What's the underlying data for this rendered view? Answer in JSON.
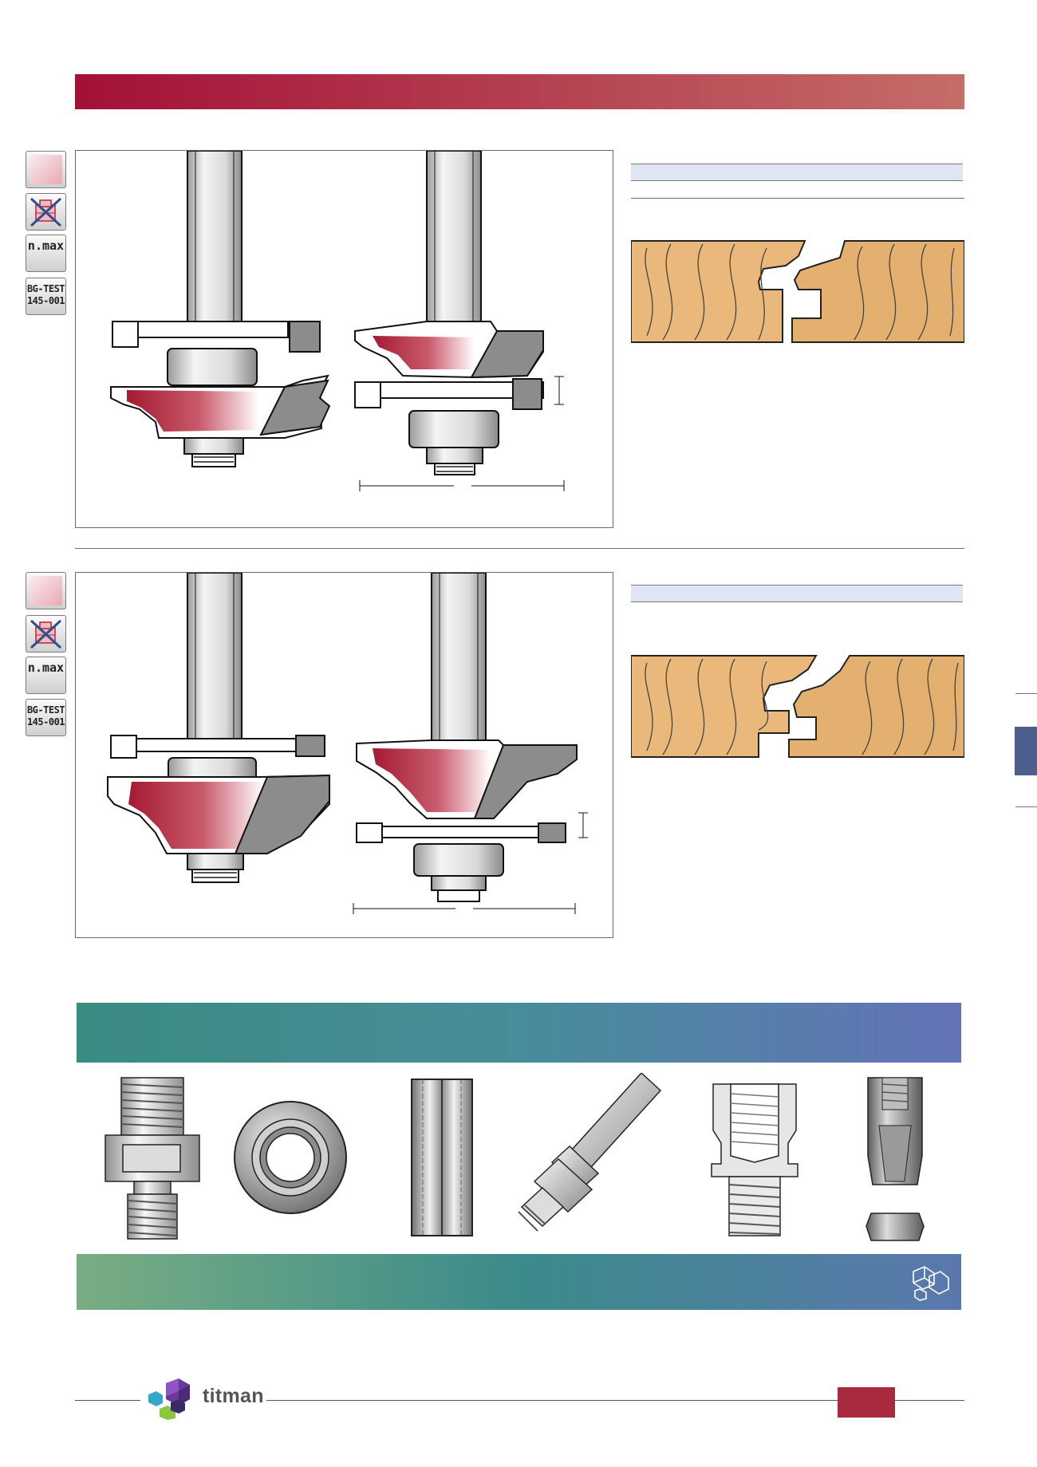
{
  "colors": {
    "banner_start": "#a41037",
    "banner_end": "#c46d69",
    "accessory_start": "#3a8c82",
    "accessory_mid": "#478d9a",
    "accessory_end": "#6472b8",
    "bottom_start": "#79ad83",
    "bottom_mid": "#3b8b8b",
    "bottom_end": "#5b78ad",
    "cutter_red": "#a41a33",
    "wood": "#eab87a",
    "page_box": "#a72a3f",
    "side_tab": "#4c5f8f"
  },
  "icons_1": {
    "badge_a": "n.max",
    "badge_b_line1": "BG-TEST",
    "badge_b_line2": "145-001",
    "symbols": [
      "cutter-swatch-icon",
      "no-manual-feed-icon"
    ]
  },
  "icons_2": {
    "badge_a": "n.max",
    "badge_b_line1": "BG-TEST",
    "badge_b_line2": "145-001",
    "symbols": [
      "cutter-swatch-icon",
      "no-manual-feed-icon"
    ]
  },
  "brand": {
    "name": "titman",
    "logo": "titman-cube-logo-icon"
  },
  "accessories": [
    "adapter-arbor-icon",
    "ball-bearing-icon",
    "shank-sleeve-icon",
    "router-arbor-icon",
    "threaded-adapter-icon",
    "collet-nut-icon"
  ],
  "bottom_band_icon": "hex-bolt-outline-icon"
}
